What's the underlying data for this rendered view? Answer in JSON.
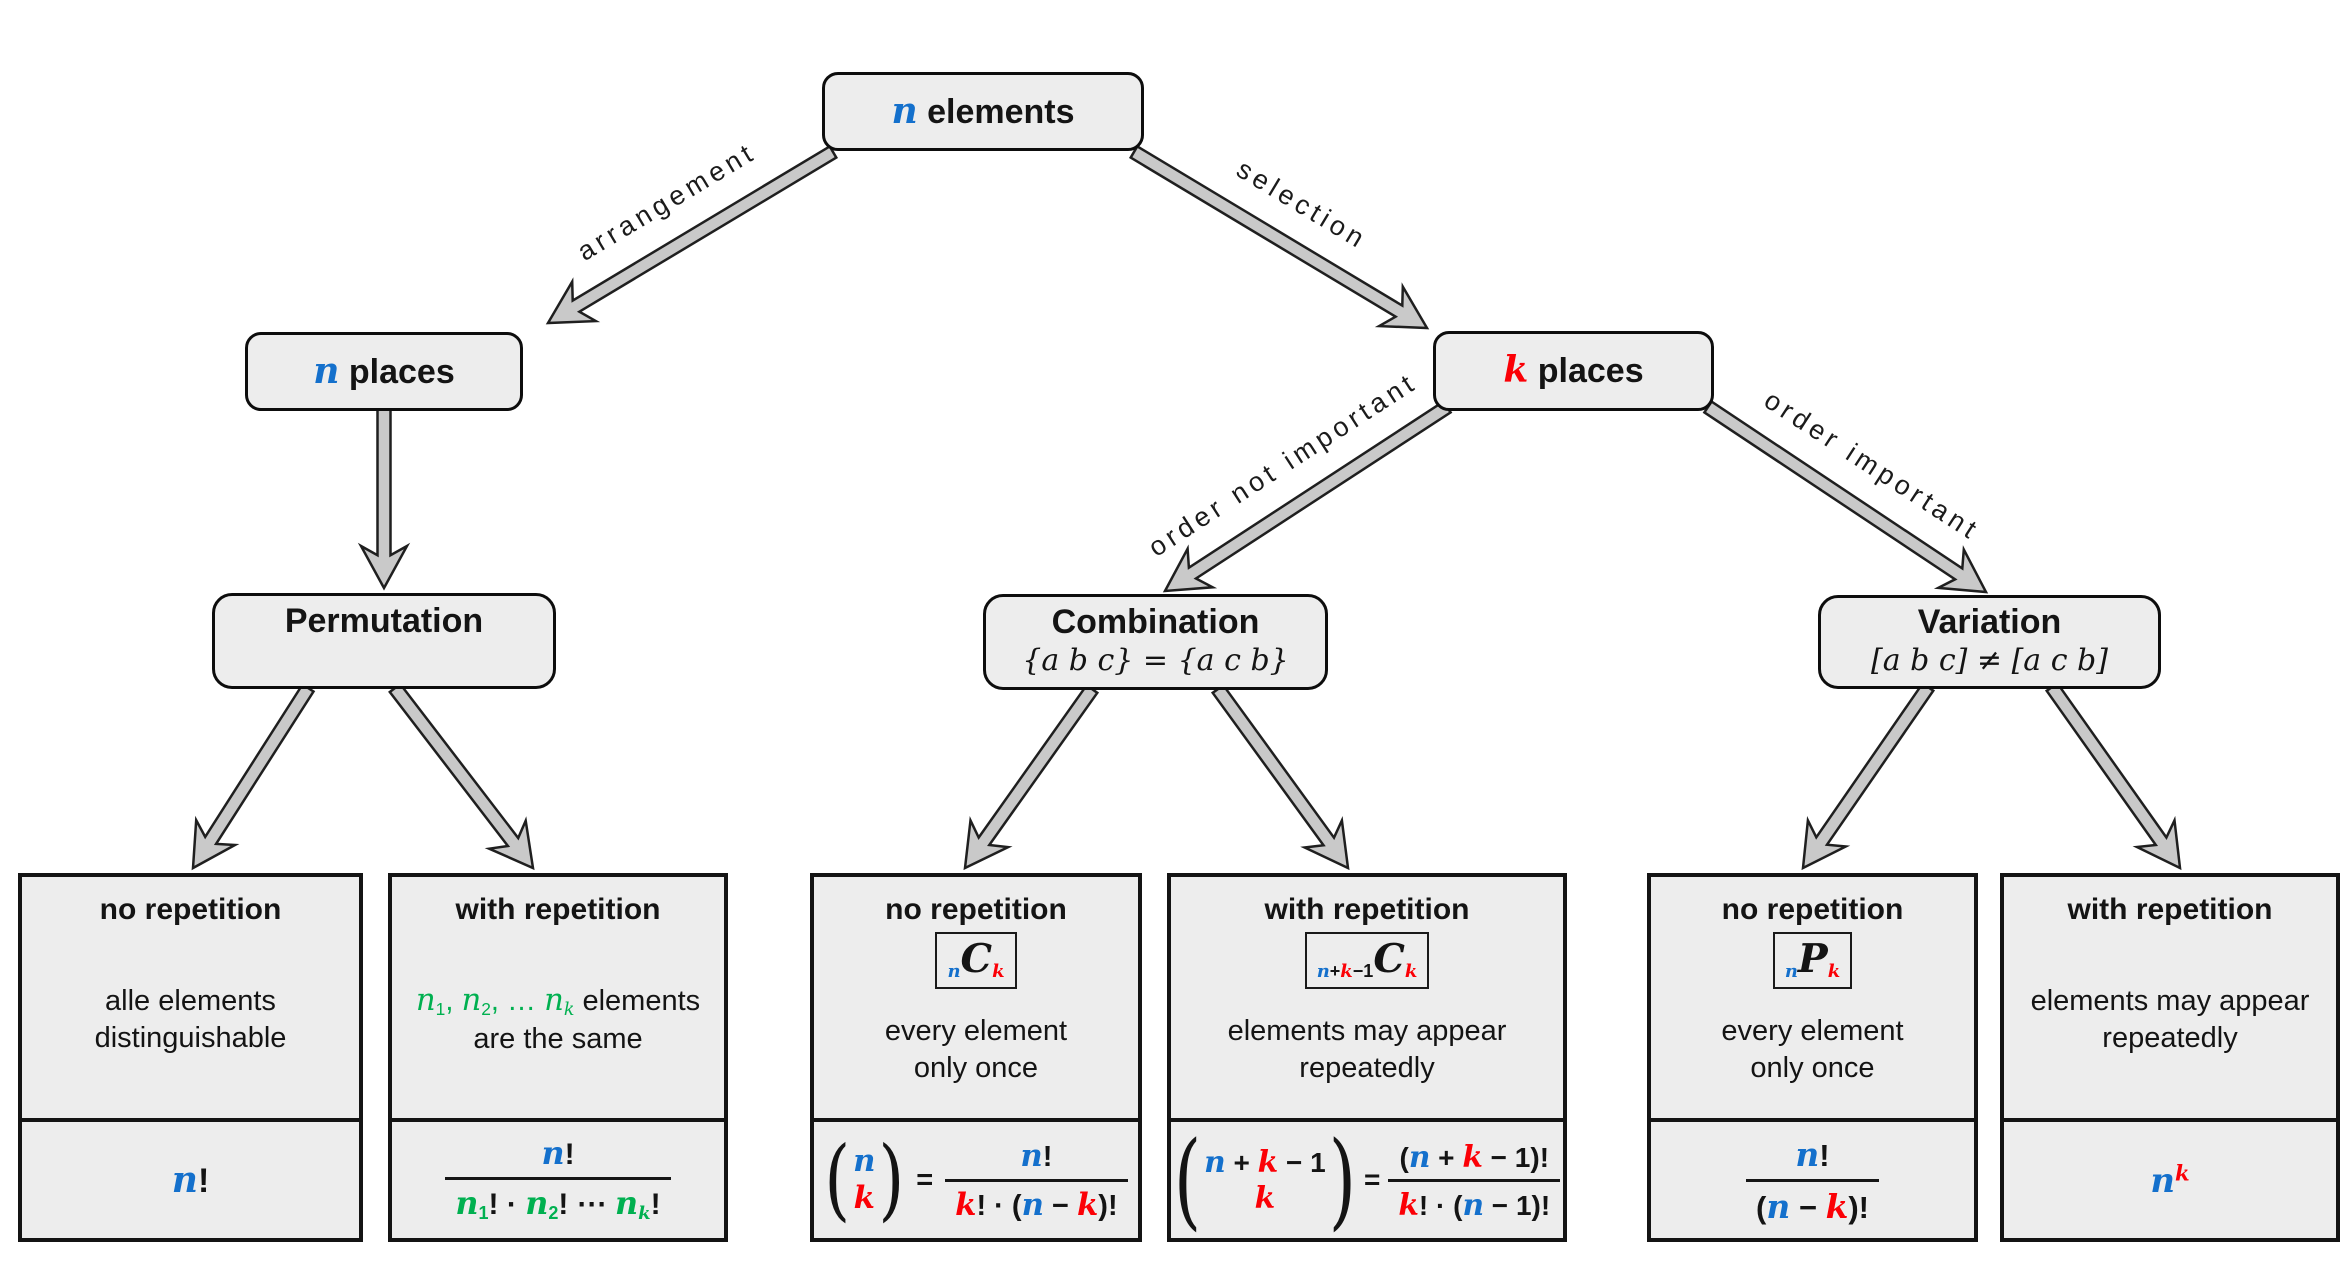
{
  "colors": {
    "blue": "#1470cc",
    "red": "#fb0006",
    "green": "#00b050",
    "box_fill": "#ededed",
    "arrow_fill": "#c9c9c9"
  },
  "nodes": {
    "root": {
      "tokens": [
        {
          "t": "n",
          "c": "blue",
          "i": 1,
          "b": 1
        },
        {
          "t": " elements",
          "b": 1
        }
      ]
    },
    "n_places": {
      "tokens": [
        {
          "t": "n",
          "c": "blue",
          "i": 1,
          "b": 1
        },
        {
          "t": " places",
          "b": 1
        }
      ]
    },
    "k_places": {
      "tokens": [
        {
          "t": "k",
          "c": "red",
          "i": 1,
          "b": 1
        },
        {
          "t": " places",
          "b": 1
        }
      ]
    },
    "permutation": {
      "title": "Permutation",
      "subtitle": ""
    },
    "combination": {
      "title": "Combination",
      "subtitle": "{a b c} = {a c b}"
    },
    "variation": {
      "title": "Variation",
      "subtitle": "[a b c] ≠ [a c b]"
    }
  },
  "edge_labels": {
    "arrangement": "arrangement",
    "selection": "selection",
    "order_not": "order not important",
    "order_imp": "order important"
  },
  "result_boxes": [
    {
      "title": "no repetition",
      "desc": [
        "alle elements",
        "distinguishable"
      ],
      "formula": [
        {
          "t": "n",
          "c": "blue",
          "i": 1,
          "b": 1
        },
        {
          "t": "!",
          "b": 1
        }
      ]
    },
    {
      "title": "with repetition",
      "desc_line1_tokens": [
        {
          "t": "n",
          "c": "green",
          "i": 1
        },
        {
          "t": "1",
          "c": "green",
          "v": "sub"
        },
        {
          "t": ", ",
          "c": "green"
        },
        {
          "t": "n",
          "c": "green",
          "i": 1
        },
        {
          "t": "2",
          "c": "green",
          "v": "sub"
        },
        {
          "t": ", … ",
          "c": "green"
        },
        {
          "t": "n",
          "c": "green",
          "i": 1
        },
        {
          "t": "k",
          "c": "green",
          "v": "sub",
          "i": 1
        },
        {
          "t": " elements"
        }
      ],
      "desc_line2": "are the same",
      "frac_num": [
        {
          "t": "n",
          "c": "blue",
          "i": 1,
          "b": 1
        },
        {
          "t": "!",
          "b": 1
        }
      ],
      "frac_den": [
        {
          "t": "n",
          "c": "green",
          "i": 1,
          "b": 1
        },
        {
          "t": "1",
          "c": "green",
          "v": "sub",
          "b": 1
        },
        {
          "t": "! · ",
          "b": 1
        },
        {
          "t": "n",
          "c": "green",
          "i": 1,
          "b": 1
        },
        {
          "t": "2",
          "c": "green",
          "v": "sub",
          "b": 1
        },
        {
          "t": "! ⋯ ",
          "b": 1
        },
        {
          "t": "n",
          "c": "green",
          "i": 1,
          "b": 1
        },
        {
          "t": "k",
          "c": "green",
          "v": "sub",
          "i": 1,
          "b": 1
        },
        {
          "t": "!",
          "b": 1
        }
      ]
    },
    {
      "title": "no repetition",
      "badge": [
        {
          "t": "n",
          "c": "blue",
          "v": "sub",
          "i": 1,
          "b": 1
        },
        {
          "t": "C",
          "i": 1,
          "b": 1,
          "big": 1
        },
        {
          "t": "k",
          "c": "red",
          "v": "sub",
          "i": 1,
          "b": 1
        }
      ],
      "desc": [
        "every element",
        "only once"
      ],
      "equals": "=",
      "binom_num": [
        {
          "t": "n",
          "c": "blue",
          "i": 1,
          "b": 1
        }
      ],
      "binom_den": [
        {
          "t": "k",
          "c": "red",
          "i": 1,
          "b": 1
        }
      ],
      "frac_num": [
        {
          "t": "n",
          "c": "blue",
          "i": 1,
          "b": 1
        },
        {
          "t": "!",
          "b": 1
        }
      ],
      "frac_den": [
        {
          "t": "k",
          "c": "red",
          "i": 1,
          "b": 1
        },
        {
          "t": "! · (",
          "b": 1
        },
        {
          "t": "n",
          "c": "blue",
          "i": 1,
          "b": 1
        },
        {
          "t": " − ",
          "b": 1
        },
        {
          "t": "k",
          "c": "red",
          "i": 1,
          "b": 1
        },
        {
          "t": ")!",
          "b": 1
        }
      ]
    },
    {
      "title": "with repetition",
      "badge": [
        {
          "t": "n",
          "c": "blue",
          "v": "sub",
          "i": 1,
          "b": 1
        },
        {
          "t": "+",
          "v": "sub",
          "b": 1
        },
        {
          "t": "k",
          "c": "red",
          "v": "sub",
          "i": 1,
          "b": 1
        },
        {
          "t": "−1",
          "v": "sub",
          "b": 1
        },
        {
          "t": "C",
          "i": 1,
          "b": 1,
          "big": 1
        },
        {
          "t": "k",
          "c": "red",
          "v": "sub",
          "i": 1,
          "b": 1
        }
      ],
      "desc": [
        "elements may appear",
        "repeatedly"
      ],
      "equals": "=",
      "binom_num": [
        {
          "t": "n",
          "c": "blue",
          "i": 1,
          "b": 1
        },
        {
          "t": " + ",
          "b": 1
        },
        {
          "t": "k",
          "c": "red",
          "i": 1,
          "b": 1
        },
        {
          "t": " − 1",
          "b": 1
        }
      ],
      "binom_den": [
        {
          "t": "k",
          "c": "red",
          "i": 1,
          "b": 1
        }
      ],
      "frac_num": [
        {
          "t": "(",
          "b": 1
        },
        {
          "t": "n",
          "c": "blue",
          "i": 1,
          "b": 1
        },
        {
          "t": " + ",
          "b": 1
        },
        {
          "t": "k",
          "c": "red",
          "i": 1,
          "b": 1
        },
        {
          "t": " − 1",
          "b": 1
        },
        {
          "t": ")!",
          "b": 1
        }
      ],
      "frac_den": [
        {
          "t": "k",
          "c": "red",
          "i": 1,
          "b": 1
        },
        {
          "t": "! · (",
          "b": 1
        },
        {
          "t": "n",
          "c": "blue",
          "i": 1,
          "b": 1
        },
        {
          "t": " − 1",
          "b": 1
        },
        {
          "t": ")!",
          "b": 1
        }
      ]
    },
    {
      "title": "no repetition",
      "badge": [
        {
          "t": "n",
          "c": "blue",
          "v": "sub",
          "i": 1,
          "b": 1
        },
        {
          "t": "P",
          "i": 1,
          "b": 1,
          "big": 1
        },
        {
          "t": "k",
          "c": "red",
          "v": "sub",
          "i": 1,
          "b": 1
        }
      ],
      "desc": [
        "every element",
        "only once"
      ],
      "frac_num": [
        {
          "t": "n",
          "c": "blue",
          "i": 1,
          "b": 1
        },
        {
          "t": "!",
          "b": 1
        }
      ],
      "frac_den": [
        {
          "t": "(",
          "b": 1
        },
        {
          "t": "n",
          "c": "blue",
          "i": 1,
          "b": 1
        },
        {
          "t": " − ",
          "b": 1
        },
        {
          "t": "k",
          "c": "red",
          "i": 1,
          "b": 1
        },
        {
          "t": ")!",
          "b": 1
        }
      ]
    },
    {
      "title": "with repetition",
      "desc": [
        "elements may appear",
        "repeatedly"
      ],
      "formula": [
        {
          "t": "n",
          "c": "blue",
          "i": 1,
          "b": 1
        },
        {
          "t": "k",
          "c": "red",
          "v": "sup",
          "i": 1,
          "b": 1
        }
      ]
    }
  ]
}
